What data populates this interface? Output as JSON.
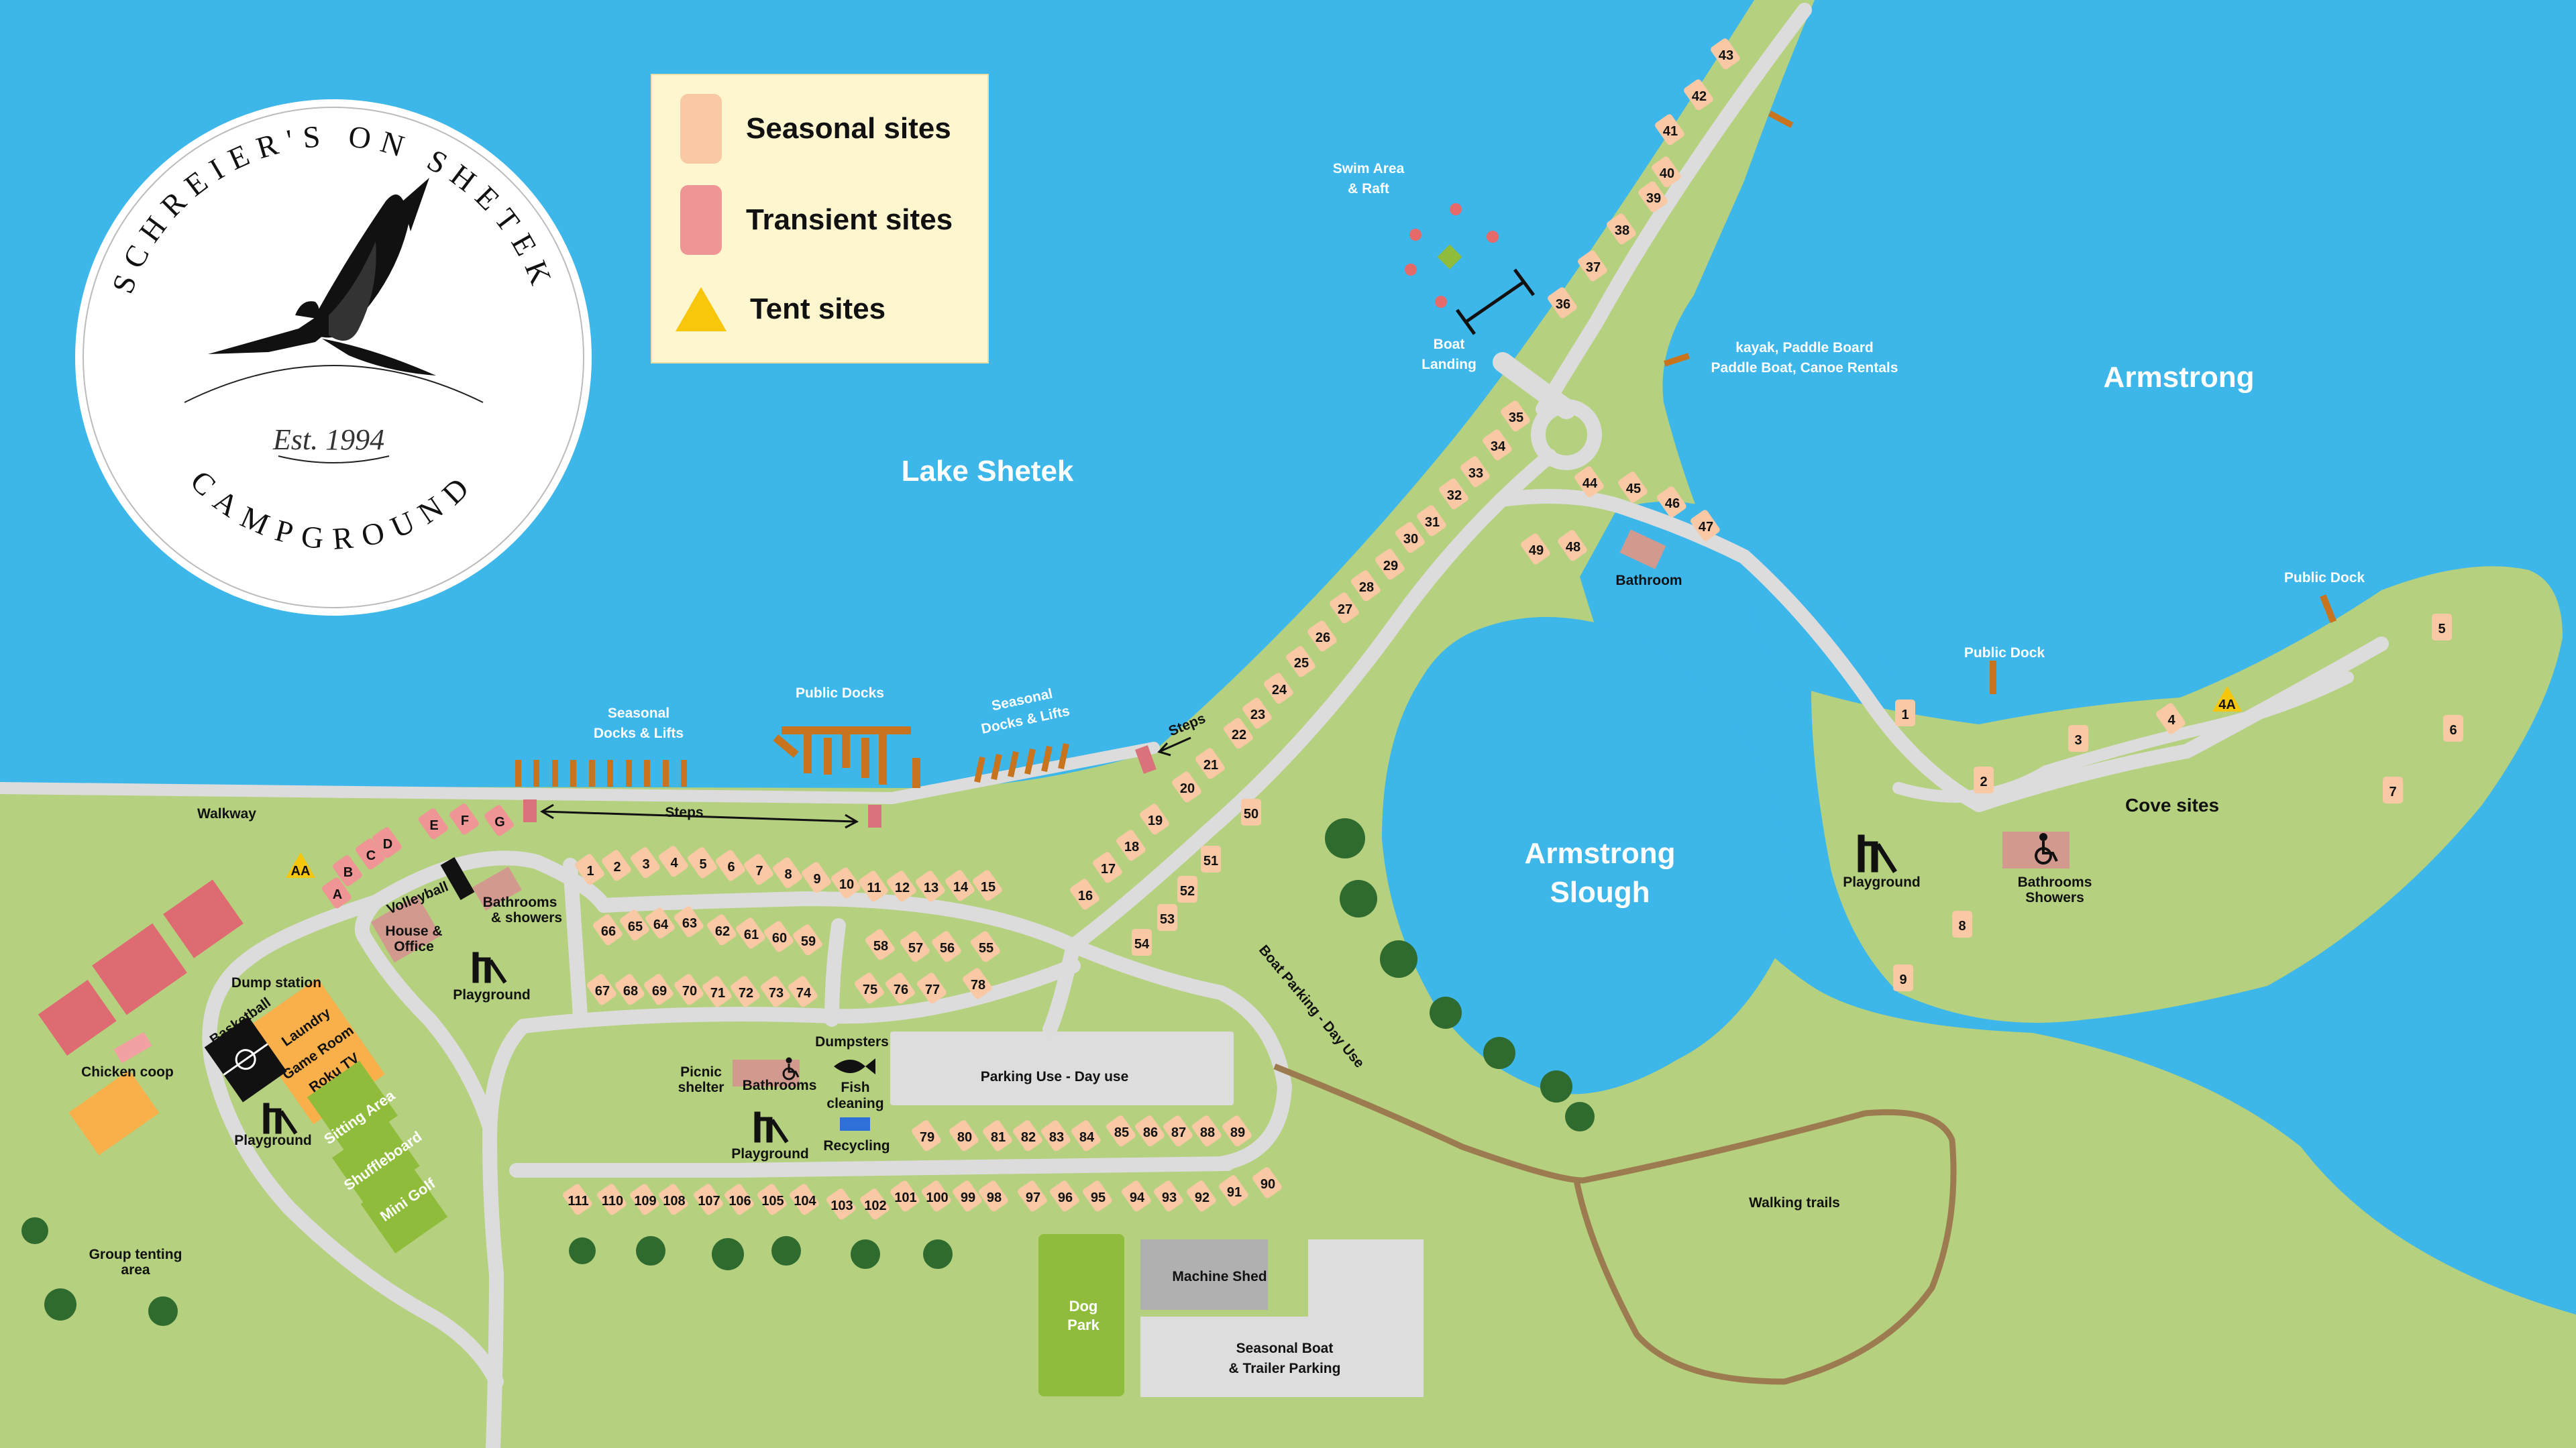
{
  "colors": {
    "water": "#3db6ea",
    "land": "#b5d07e",
    "road": "#dcdcdc",
    "seasonal": "#f8c9a4",
    "transient": "#ef9595",
    "tent": "#f8c60a",
    "dock": "#c8741f",
    "amenity_orange": "#f9b04a",
    "amenity_green": "#8fbd3b",
    "building": "#d29a8f",
    "trail": "#9d7b50"
  },
  "logo": {
    "ring_top": "SCHREIER'S ON SHETEK",
    "ring_bottom": "CAMPGROUND",
    "est": "Est. 1994",
    "icon": "pelican-icon"
  },
  "legend": {
    "seasonal": "Seasonal sites",
    "transient": "Transient sites",
    "tent": "Tent sites"
  },
  "water_labels": {
    "lake_shetek": "Lake Shetek",
    "armstrong": "Armstrong",
    "slough": [
      "Armstrong",
      "Slough"
    ]
  },
  "labels": {
    "swim": [
      "Swim Area",
      "& Raft"
    ],
    "boat_landing": [
      "Boat",
      "Landing"
    ],
    "kayak": [
      "kayak, Paddle Board",
      "Paddle Boat, Canoe Rentals"
    ],
    "seasonal_docks_1": [
      "Seasonal",
      "Docks & Lifts"
    ],
    "public_docks": "Public Docks",
    "seasonal_docks_2": [
      "Seasonal",
      "Docks & Lifts"
    ],
    "steps_upper": "Steps",
    "steps_lower": "Steps",
    "walkway": "Walkway",
    "bathroom_north": "Bathroom",
    "public_dock_1": "Public Dock",
    "public_dock_2": "Public Dock",
    "cove_sites": "Cove sites",
    "playground_cove": "Playground",
    "bathrooms_showers_cove": [
      "Bathrooms",
      "Showers"
    ],
    "volleyball": "Volleyball",
    "bathrooms_showers_main": [
      "Bathrooms",
      "& showers"
    ],
    "house_office": [
      "House &",
      "Office"
    ],
    "playground_main": "Playground",
    "dump_station": "Dump station",
    "basketball": "Basketball",
    "laundry": "Laundry",
    "game_room": "Game Room",
    "roku_tv": "Roku TV",
    "chicken_coop": "Chicken coop",
    "playground_west": "Playground",
    "sitting_area": "Sitting Area",
    "shuffleboard": "Shuffleboard",
    "mini_golf": "Mini Golf",
    "group_tenting": [
      "Group tenting",
      "area"
    ],
    "dumpsters": "Dumpsters",
    "picnic_shelter": [
      "Picnic",
      "shelter"
    ],
    "bathrooms_center": "Bathrooms",
    "fish_cleaning": [
      "Fish",
      "cleaning"
    ],
    "recycling": "Recycling",
    "playground_center": "Playground",
    "parking_day_use": "Parking Use - Day use",
    "boat_parking": "Boat Parking - Day Use",
    "walking_trails": "Walking trails",
    "machine_shed": "Machine Shed",
    "dog_park": [
      "Dog",
      "Park"
    ],
    "seasonal_boat_parking": [
      "Seasonal Boat",
      "& Trailer Parking"
    ]
  },
  "sites": {
    "transient": [
      [
        "A",
        503,
        1333,
        -35
      ],
      [
        "B",
        519,
        1300,
        -35
      ],
      [
        "C",
        553,
        1275,
        -35
      ],
      [
        "D",
        578,
        1258,
        -35
      ],
      [
        "E",
        647,
        1230,
        -35
      ],
      [
        "F",
        693,
        1223,
        -35
      ],
      [
        "G",
        745,
        1225,
        -35
      ]
    ],
    "seasonal": [
      [
        "1",
        880,
        1298,
        -35
      ],
      [
        "2",
        920,
        1292,
        -35
      ],
      [
        "3",
        963,
        1288,
        -35
      ],
      [
        "4",
        1005,
        1286,
        -35
      ],
      [
        "5",
        1048,
        1288,
        -35
      ],
      [
        "6",
        1090,
        1292,
        -35
      ],
      [
        "7",
        1132,
        1298,
        -35
      ],
      [
        "8",
        1175,
        1303,
        -35
      ],
      [
        "9",
        1218,
        1310,
        -35
      ],
      [
        "10",
        1262,
        1318,
        -35
      ],
      [
        "11",
        1303,
        1323,
        -35
      ],
      [
        "12",
        1345,
        1323,
        -35
      ],
      [
        "13",
        1388,
        1323,
        -35
      ],
      [
        "14",
        1432,
        1322,
        -35
      ],
      [
        "15",
        1473,
        1322,
        -35
      ],
      [
        "16",
        1618,
        1335,
        -35
      ],
      [
        "17",
        1652,
        1295,
        -35
      ],
      [
        "18",
        1687,
        1262,
        -35
      ],
      [
        "19",
        1722,
        1223,
        -35
      ],
      [
        "20",
        1770,
        1175,
        -35
      ],
      [
        "21",
        1805,
        1140,
        -35
      ],
      [
        "22",
        1847,
        1095,
        -35
      ],
      [
        "23",
        1875,
        1065,
        -35
      ],
      [
        "24",
        1907,
        1028,
        -35
      ],
      [
        "25",
        1940,
        988,
        -35
      ],
      [
        "26",
        1972,
        950,
        -35
      ],
      [
        "27",
        2005,
        908,
        -35
      ],
      [
        "28",
        2037,
        875,
        -35
      ],
      [
        "29",
        2073,
        843,
        -35
      ],
      [
        "30",
        2103,
        803,
        -35
      ],
      [
        "31",
        2135,
        778,
        -35
      ],
      [
        "32",
        2168,
        738,
        -35
      ],
      [
        "33",
        2200,
        705,
        -35
      ],
      [
        "34",
        2233,
        665,
        -35
      ],
      [
        "35",
        2260,
        622,
        -35
      ],
      [
        "36",
        2330,
        453,
        -35
      ],
      [
        "37",
        2375,
        398,
        -35
      ],
      [
        "38",
        2418,
        343,
        -35
      ],
      [
        "39",
        2465,
        295,
        -35
      ],
      [
        "40",
        2485,
        258,
        -35
      ],
      [
        "41",
        2490,
        195,
        -35
      ],
      [
        "42",
        2533,
        143,
        -35
      ],
      [
        "43",
        2573,
        82,
        -35
      ],
      [
        "44",
        2370,
        720,
        -35
      ],
      [
        "45",
        2435,
        728,
        -35
      ],
      [
        "46",
        2493,
        750,
        -35
      ],
      [
        "47",
        2543,
        785,
        -35
      ],
      [
        "48",
        2345,
        815,
        -35
      ],
      [
        "49",
        2290,
        820,
        -35
      ],
      [
        "50",
        1865,
        1213,
        0
      ],
      [
        "51",
        1805,
        1283,
        0
      ],
      [
        "52",
        1770,
        1328,
        0
      ],
      [
        "53",
        1740,
        1370,
        0
      ],
      [
        "54",
        1702,
        1407,
        0
      ],
      [
        "55",
        1470,
        1413,
        -35
      ],
      [
        "56",
        1412,
        1413,
        -35
      ],
      [
        "57",
        1365,
        1413,
        -35
      ],
      [
        "58",
        1313,
        1410,
        -35
      ],
      [
        "59",
        1205,
        1403,
        -35
      ],
      [
        "60",
        1162,
        1398,
        -35
      ],
      [
        "61",
        1120,
        1393,
        -35
      ],
      [
        "62",
        1077,
        1388,
        -35
      ],
      [
        "63",
        1028,
        1376,
        -35
      ],
      [
        "64",
        985,
        1378,
        -35
      ],
      [
        "65",
        947,
        1381,
        -35
      ],
      [
        "66",
        907,
        1388,
        -35
      ],
      [
        "67",
        898,
        1477,
        -35
      ],
      [
        "68",
        940,
        1477,
        -35
      ],
      [
        "69",
        983,
        1477,
        -35
      ],
      [
        "70",
        1028,
        1477,
        -35
      ],
      [
        "71",
        1070,
        1480,
        -35
      ],
      [
        "72",
        1112,
        1480,
        -35
      ],
      [
        "73",
        1157,
        1480,
        -35
      ],
      [
        "74",
        1198,
        1480,
        -35
      ],
      [
        "75",
        1297,
        1475,
        -35
      ],
      [
        "76",
        1343,
        1475,
        -35
      ],
      [
        "77",
        1390,
        1475,
        -35
      ],
      [
        "78",
        1458,
        1468,
        -35
      ],
      [
        "79",
        1382,
        1695,
        -35
      ],
      [
        "80",
        1438,
        1695,
        -35
      ],
      [
        "81",
        1488,
        1695,
        -35
      ],
      [
        "82",
        1533,
        1695,
        -35
      ],
      [
        "83",
        1575,
        1695,
        -35
      ],
      [
        "84",
        1620,
        1695,
        -35
      ],
      [
        "85",
        1672,
        1688,
        -35
      ],
      [
        "86",
        1715,
        1688,
        -35
      ],
      [
        "87",
        1757,
        1688,
        -35
      ],
      [
        "88",
        1800,
        1688,
        -35
      ],
      [
        "89",
        1845,
        1688,
        -35
      ],
      [
        "90",
        1890,
        1765,
        -35
      ],
      [
        "91",
        1840,
        1777,
        -35
      ],
      [
        "92",
        1792,
        1785,
        -35
      ],
      [
        "93",
        1743,
        1785,
        -35
      ],
      [
        "94",
        1695,
        1785,
        -35
      ],
      [
        "95",
        1637,
        1785,
        -35
      ],
      [
        "96",
        1588,
        1785,
        -35
      ],
      [
        "97",
        1540,
        1785,
        -35
      ],
      [
        "98",
        1482,
        1785,
        -35
      ],
      [
        "99",
        1443,
        1785,
        -35
      ],
      [
        "100",
        1397,
        1785,
        -35
      ],
      [
        "101",
        1350,
        1785,
        -35
      ],
      [
        "102",
        1305,
        1797,
        -35
      ],
      [
        "103",
        1255,
        1797,
        -35
      ],
      [
        "104",
        1200,
        1790,
        -35
      ],
      [
        "105",
        1152,
        1790,
        -35
      ],
      [
        "106",
        1103,
        1790,
        -35
      ],
      [
        "107",
        1057,
        1790,
        -35
      ],
      [
        "108",
        1005,
        1790,
        -35
      ],
      [
        "109",
        962,
        1790,
        -35
      ],
      [
        "110",
        913,
        1790,
        -35
      ],
      [
        "111",
        862,
        1790,
        -35
      ],
      [
        "1",
        2840,
        1065,
        0
      ],
      [
        "2",
        2957,
        1165,
        0
      ],
      [
        "3",
        3098,
        1103,
        0
      ],
      [
        "4",
        3237,
        1073,
        -35
      ],
      [
        "5",
        3640,
        937,
        0
      ],
      [
        "6",
        3657,
        1088,
        0
      ],
      [
        "7",
        3567,
        1180,
        0
      ],
      [
        "8",
        2925,
        1380,
        0
      ],
      [
        "9",
        2837,
        1460,
        0
      ]
    ],
    "tent": [
      [
        "AA",
        448,
        1293
      ],
      [
        "4A",
        3320,
        1045
      ]
    ]
  }
}
